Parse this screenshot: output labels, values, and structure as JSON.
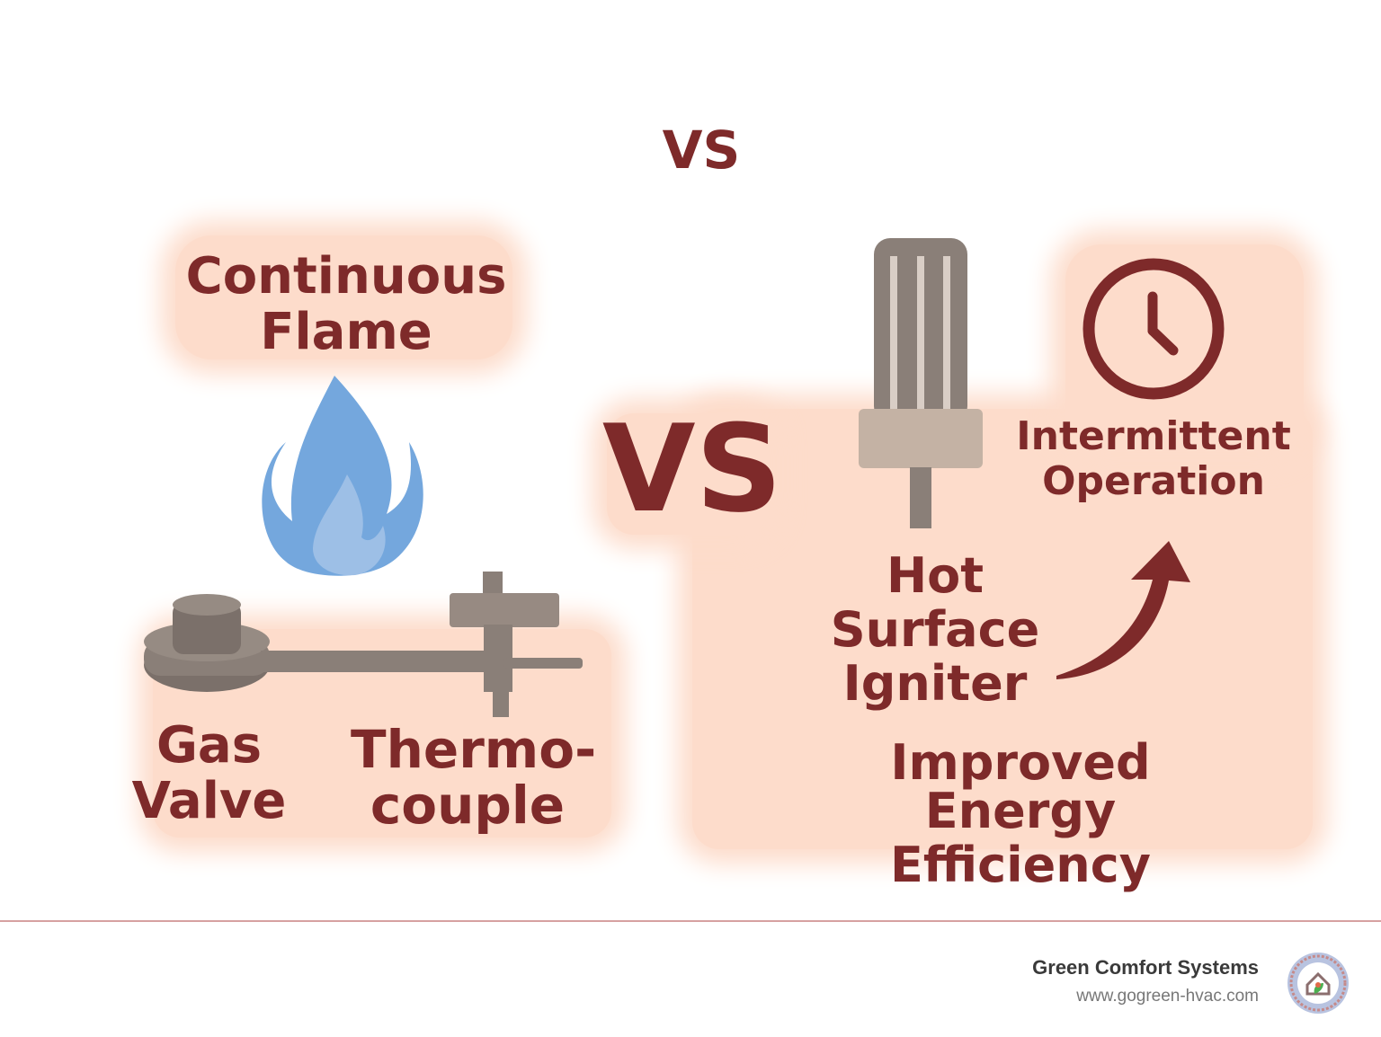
{
  "top_title": "VS",
  "center_vs": "VS",
  "left": {
    "heading": [
      "Continuous",
      "Flame"
    ],
    "gas_valve": [
      "Gas",
      "Valve"
    ],
    "thermocouple": [
      "Thermo-",
      "couple"
    ]
  },
  "right": {
    "intermittent": [
      "Intermittent",
      "Operation"
    ],
    "igniter": [
      "Hot",
      "Surface",
      "Igniter"
    ],
    "efficiency": [
      "Improved Energy",
      "Efficiency"
    ]
  },
  "footer": {
    "company": "Green Comfort Systems",
    "website": "www.gogreen-hvac.com"
  },
  "colors": {
    "maroon": "#7e2a2a",
    "peach": "#fddccb",
    "flame_outer": "#74a7dd",
    "flame_inner": "#9dbfe6",
    "metal": "#8a7f78",
    "metal_light": "#c4b2a4"
  },
  "icons": [
    "flame-icon",
    "gas-valve-icon",
    "thermocouple-icon",
    "igniter-icon",
    "clock-icon",
    "arrow-icon",
    "logo-icon"
  ]
}
